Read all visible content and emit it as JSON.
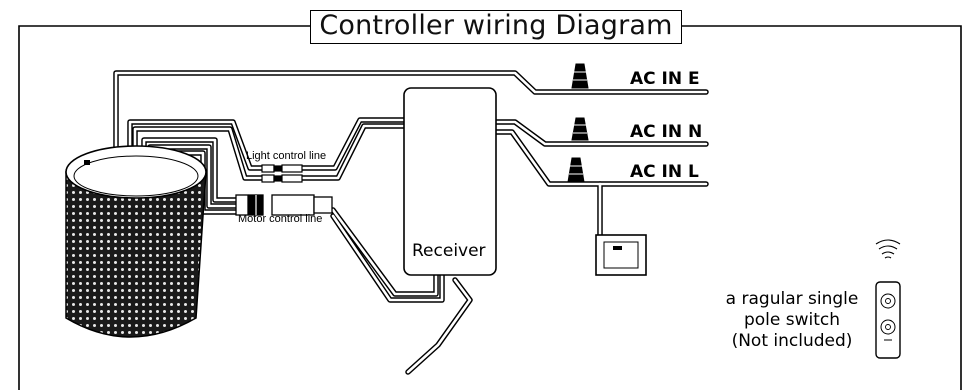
{
  "diagram": {
    "title": "Controller wiring Diagram",
    "labels": {
      "ac_in_e": "AC IN E",
      "ac_in_n": "AC IN N",
      "ac_in_l": "AC IN L",
      "light_control_line": "Light control line",
      "motor_control_line": "Motor control line",
      "receiver": "Receiver"
    },
    "note_lines": [
      "a ragular single",
      "pole switch",
      "(Not included)"
    ]
  }
}
